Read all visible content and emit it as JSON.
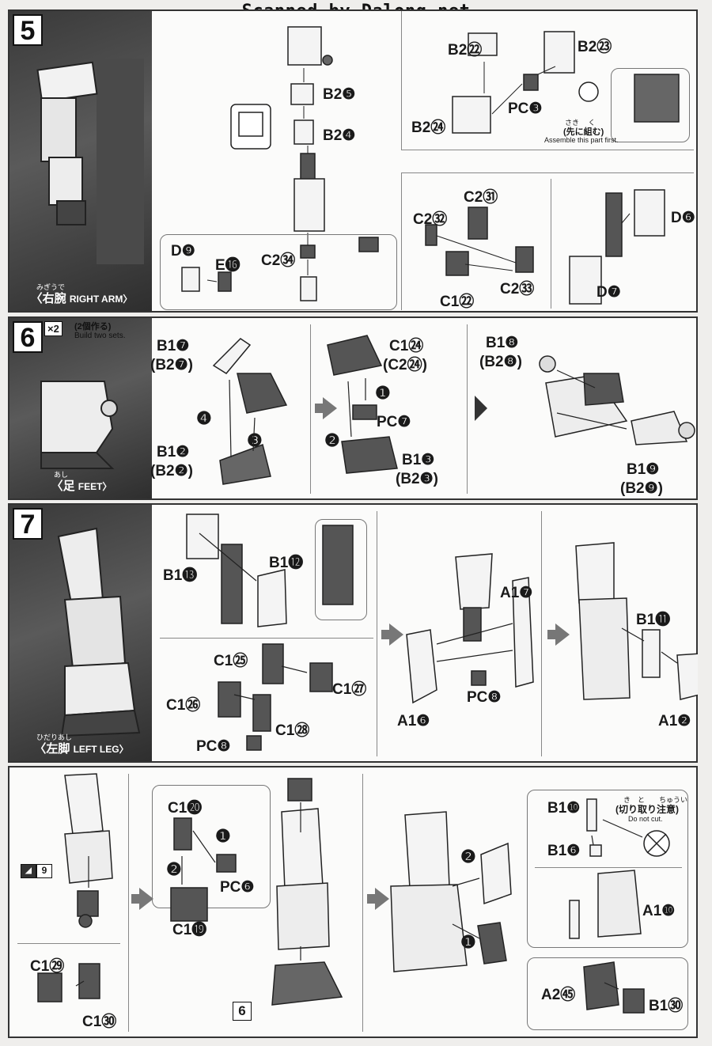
{
  "watermark": "Scanned by Dalong.net",
  "step5": {
    "number": "5",
    "caption_ruby": "みぎうで",
    "caption_jp": "〈右腕",
    "caption_en": "RIGHT ARM〉",
    "labels": {
      "b2_5": "B2❺",
      "b2_4": "B2❹",
      "b2_22": "B2㉒",
      "b2_23": "B2㉓",
      "b2_24": "B2㉔",
      "pc_3": "PC❸",
      "c2_34": "C2㉞",
      "d_9": "D❾",
      "e_16": "E⓰",
      "c2_31": "C2㉛",
      "c2_32": "C2㉜",
      "c2_33": "C2㉝",
      "c1_22": "C1㉒",
      "d_6": "D❻",
      "d_7": "D❼"
    },
    "note_jp": "(先に組む)",
    "note_ruby": "さき　 く",
    "note_en": "Assemble this part first."
  },
  "step6": {
    "number": "6",
    "times": "×2",
    "sets_jp": "(2個作る)",
    "sets_en": "Build two sets.",
    "caption_ruby": "あし",
    "caption_jp": "〈足",
    "caption_en": "FEET〉",
    "labels": {
      "b1_7": "B1❼",
      "b2_7": "(B2❼)",
      "b1_2": "B1❷",
      "b2_2": "(B2❷)",
      "c1_24": "C1㉔",
      "c2_24": "(C2㉔)",
      "pc_7": "PC❼",
      "b1_3": "B1❸",
      "b2_3": "(B2❸)",
      "b1_8": "B1❽",
      "b2_8": "(B2❽)",
      "b1_9": "B1❾",
      "b2_9": "(B2❾)",
      "n1": "❶",
      "n2": "❷",
      "n3": "❸",
      "n4": "❹"
    }
  },
  "step7": {
    "number": "7",
    "caption_ruby": "ひだりあし",
    "caption_jp": "〈左脚",
    "caption_en": "LEFT LEG〉",
    "labels": {
      "b1_13": "B1⓭",
      "b1_12": "B1⓬",
      "c1_25": "C1㉕",
      "c1_26": "C1㉖",
      "c1_27": "C1㉗",
      "c1_28": "C1㉘",
      "pc_8a": "PC❽",
      "a1_7": "A1❼",
      "a1_6": "A1❻",
      "pc_8b": "PC❽",
      "b1_11": "B1⓫",
      "a1_2": "A1❷"
    }
  },
  "step8": {
    "ref_page": "9",
    "labels": {
      "c1_29": "C1㉙",
      "c1_30": "C1㉚",
      "c1_20": "C1⓴",
      "c1_19": "C1⓳",
      "pc_6": "PC❻",
      "ref6": "6",
      "n1a": "❶",
      "n2a": "❷",
      "n1b": "❶",
      "n2b": "❷",
      "b1_10": "B1❿",
      "b1_6": "B1❻",
      "a1_10": "A1❿",
      "a2_45": "A2㊺",
      "b1_30": "B1㉚"
    },
    "caution_ruby": "き　と　　ちゅうい",
    "caution_jp": "(切り取り注意)",
    "caution_en": "Do not cut."
  }
}
